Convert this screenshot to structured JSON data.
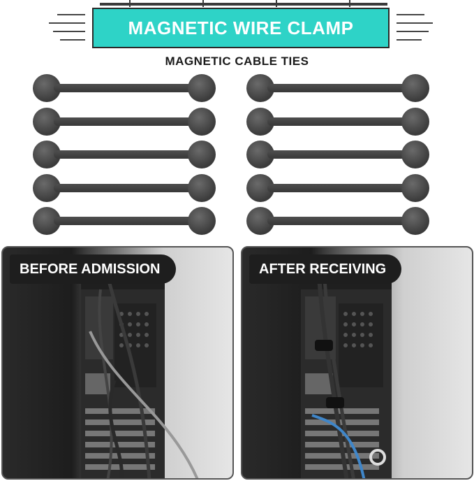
{
  "header": {
    "title": "MAGNETIC WIRE CLAMP",
    "subtitle": "MAGNETIC CABLE TIES",
    "banner_color": "#2ed3c7"
  },
  "ties": {
    "count": 10,
    "color": "#3b3b3b"
  },
  "panels": [
    {
      "label": "BEFORE ADMISSION"
    },
    {
      "label": "AFTER RECEIVING"
    }
  ]
}
